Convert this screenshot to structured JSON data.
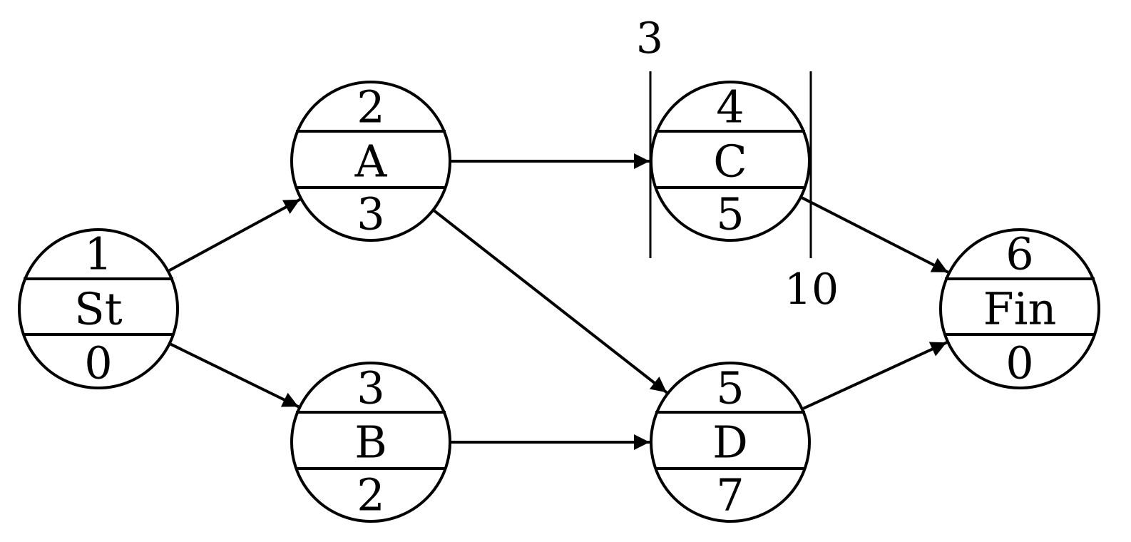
{
  "diagram": {
    "nodes": [
      {
        "id": "st",
        "top": "1",
        "label": "St",
        "bottom": "0"
      },
      {
        "id": "a",
        "top": "2",
        "label": "A",
        "bottom": "3"
      },
      {
        "id": "b",
        "top": "3",
        "label": "B",
        "bottom": "2"
      },
      {
        "id": "c",
        "top": "4",
        "label": "C",
        "bottom": "5"
      },
      {
        "id": "d",
        "top": "5",
        "label": "D",
        "bottom": "7"
      },
      {
        "id": "fin",
        "top": "6",
        "label": "Fin",
        "bottom": "0"
      }
    ],
    "edges": [
      {
        "from": "st",
        "to": "a"
      },
      {
        "from": "st",
        "to": "b"
      },
      {
        "from": "a",
        "to": "c"
      },
      {
        "from": "a",
        "to": "d"
      },
      {
        "from": "b",
        "to": "d"
      },
      {
        "from": "c",
        "to": "fin"
      },
      {
        "from": "d",
        "to": "fin"
      }
    ],
    "time_markers": {
      "start": "3",
      "end": "10"
    }
  }
}
